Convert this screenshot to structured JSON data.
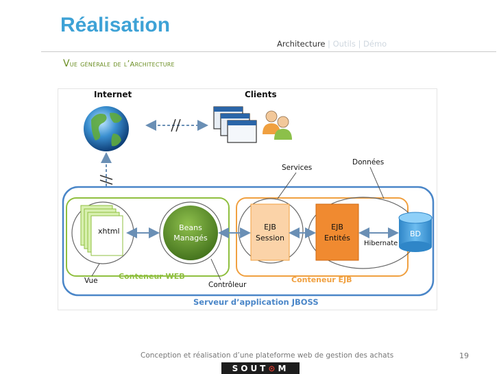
{
  "slide": {
    "title": "Réalisation",
    "nav": {
      "active": "Architecture",
      "sep1": " | ",
      "item2": "Outils",
      "sep2": " | ",
      "item3": "Démo"
    },
    "subtitle": {
      "first": "V",
      "rest": "ue générale de l’",
      "first2": "a",
      "rest2": "rchitecture"
    },
    "footer": "Conception  et réalisation d’une plateforme web de gestion des achats",
    "page_number": "19",
    "logo": {
      "pre": "SOUT",
      "mid": "⊙",
      "post": "M"
    }
  },
  "diagram": {
    "internet": "Internet",
    "clients": "Clients",
    "services": "Services",
    "donnees": "Données",
    "xhtml": "xhtml",
    "beans_1": "Beans",
    "beans_2": "Managés",
    "ejb_session_1": "EJB",
    "ejb_session_2": "Session",
    "ejb_entites_1": "EJB",
    "ejb_entites_2": "Entités",
    "hibernate": "Hibernate",
    "bd": "BD",
    "vue": "Vue",
    "controleur": "Contrôleur",
    "conteneur_web": "Conteneur WEB",
    "conteneur_ejb": "Conteneur EJB",
    "serveur": "Serveur d’application JBOSS",
    "colors": {
      "title": "#3ea2d6",
      "web_container": "#8fbf3f",
      "ejb_container": "#f0a040",
      "server_border": "#4a86c8",
      "beans_fill": "#5a8a2a",
      "session_fill": "#fbd3a8",
      "entites_fill": "#f08a30",
      "bd_fill": "#4aa0dc"
    }
  }
}
